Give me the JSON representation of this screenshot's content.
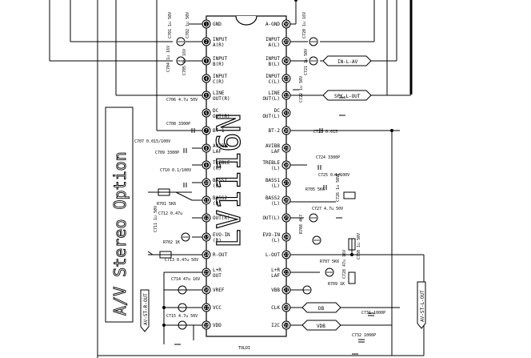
{
  "chip": {
    "part_number": "LV1116N",
    "label_below": "TOLDI",
    "left_pins": [
      {
        "num": "1",
        "label": "GND"
      },
      {
        "num": "2",
        "label": "INPUT A(R)"
      },
      {
        "num": "3",
        "label": "INPUT B(R)"
      },
      {
        "num": "4",
        "label": "INPUT C(R)"
      },
      {
        "num": "5",
        "label": "LINE OUT(R)"
      },
      {
        "num": "6",
        "label": "DC OUT(R)"
      },
      {
        "num": "7",
        "label": "BT-1"
      },
      {
        "num": "8",
        "label": "AVIBB LAF"
      },
      {
        "num": "9",
        "label": "TREBLE (R)"
      },
      {
        "num": "10",
        "label": "BASS1 (R)"
      },
      {
        "num": "11",
        "label": "BASS2 (R)"
      },
      {
        "num": "12",
        "label": "OUT(R)"
      },
      {
        "num": "13",
        "label": "EVO-IN (R)"
      },
      {
        "num": "14",
        "label": "R-OUT"
      },
      {
        "num": "15",
        "label": "L+R OUT"
      },
      {
        "num": "16",
        "label": "VREF"
      },
      {
        "num": "17",
        "label": "VCC"
      },
      {
        "num": "18",
        "label": "VDD"
      }
    ],
    "right_pins": [
      {
        "num": "36",
        "label": "A-GND"
      },
      {
        "num": "35",
        "label": "INPUT A(L)"
      },
      {
        "num": "34",
        "label": "INPUT B(L)"
      },
      {
        "num": "33",
        "label": "INPUT C(L)"
      },
      {
        "num": "32",
        "label": "LINE OUT(L)"
      },
      {
        "num": "31",
        "label": "DC OUT(L)"
      },
      {
        "num": "30",
        "label": "BT-2"
      },
      {
        "num": "29",
        "label": "AVIBB LAF"
      },
      {
        "num": "28",
        "label": "TREBLE (L)"
      },
      {
        "num": "27",
        "label": "BASS1 (L)"
      },
      {
        "num": "26",
        "label": "BASS2 (L)"
      },
      {
        "num": "25",
        "label": "OUT(L)"
      },
      {
        "num": "24",
        "label": "EVO-IN (L)"
      },
      {
        "num": "23",
        "label": "L-OUT"
      },
      {
        "num": "22",
        "label": "L+R LAF"
      },
      {
        "num": "21",
        "label": "VBB"
      },
      {
        "num": "20",
        "label": "CLK"
      },
      {
        "num": "19",
        "label": "I2C"
      }
    ]
  },
  "section_title": "A/V Stereo Option",
  "flags": {
    "in_l_av": "IN-L-AV",
    "spk_l_out": "SPK-L-OUT",
    "clk": "DB",
    "i2c": "VDB",
    "av_st_r_out": "AV-ST-R-OUT",
    "av_st_l_out": "AV-ST-L-OUT"
  },
  "components": [
    {
      "text": "C701 1u 50V"
    },
    {
      "text": "C702 1u 50V"
    },
    {
      "text": "C704 1u 16V"
    },
    {
      "text": "C705 1u 16V"
    },
    {
      "text": "C706 4.7u 50V"
    },
    {
      "text": "C708 3300P"
    },
    {
      "text": "C707 0.015/100V"
    },
    {
      "text": "C709 3300P"
    },
    {
      "text": "C710 0.1/100V"
    },
    {
      "text": "R701 5K6"
    },
    {
      "text": "C712 0.47u"
    },
    {
      "text": "C711 1u 50V"
    },
    {
      "text": "R702 1K"
    },
    {
      "text": "C713 0.47u 50V"
    },
    {
      "text": "C714 47u 16V"
    },
    {
      "text": "C715 4.7u 50V"
    },
    {
      "text": "C720 1u 16V"
    },
    {
      "text": "C721 1u 50V"
    },
    {
      "text": "C722 1u 50V"
    },
    {
      "text": "C723 0.015"
    },
    {
      "text": "C724 3300P"
    },
    {
      "text": "C725 0.1/100V"
    },
    {
      "text": "R705 5K6"
    },
    {
      "text": "C726 1u 50V"
    },
    {
      "text": "C727 4.7u 50V"
    },
    {
      "text": "R708 4K7"
    },
    {
      "text": "R707 5K6"
    },
    {
      "text": "C728 47u 16V"
    },
    {
      "text": "C730 1u 50V"
    },
    {
      "text": "R709 1K"
    },
    {
      "text": "C731 1000P"
    },
    {
      "text": "C732 1000P"
    }
  ]
}
